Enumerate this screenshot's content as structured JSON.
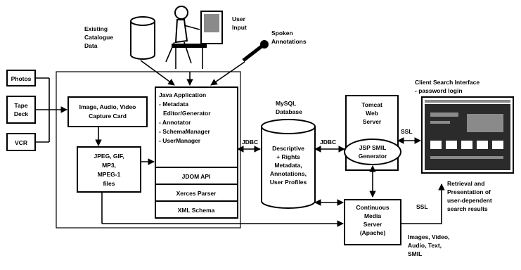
{
  "inputs": {
    "photos": "Photos",
    "tape_deck": [
      "Tape",
      "Deck"
    ],
    "vcr": "VCR"
  },
  "catalogue": [
    "Existing",
    "Catalogue",
    "Data"
  ],
  "user_input": [
    "User",
    "Input"
  ],
  "spoken": [
    "Spoken",
    "Annotations"
  ],
  "capture_card": [
    "Image, Audio, Video",
    "Capture Card"
  ],
  "files_box": [
    "JPEG, GIF,",
    "MP3,",
    "MPEG-1",
    "files"
  ],
  "java_app": [
    "Java Application",
    "- Metadata",
    "Editor/Generator",
    "- Annotator",
    "- SchemaManager",
    "- UserManager"
  ],
  "layers": [
    "JDOM API",
    "Xerces Parser",
    "XML Schema"
  ],
  "jdbc_left": "JDBC",
  "jdbc_right": "JDBC",
  "mysql_title": [
    "MySQL",
    "Database"
  ],
  "mysql_body": [
    "Descriptive",
    "+ Rights",
    "Metadata,",
    "Annotations,",
    "User Profiles"
  ],
  "tomcat": [
    "Tomcat",
    "Web",
    "Server"
  ],
  "jsp": [
    "JSP SMIL",
    "Generator"
  ],
  "client_title": [
    "Client Search Interface",
    "- password login"
  ],
  "ssl_top": "SSL",
  "ssl_bottom": "SSL",
  "retrieval": [
    "Retrieval and",
    "Presentation of",
    "user-dependent",
    "search results"
  ],
  "media_server": [
    "Continuous",
    "Media",
    "Server",
    "(Apache)"
  ],
  "media_types": [
    "Images, Video,",
    "Audio, Text,",
    "SMIL"
  ],
  "colors": {
    "ink": "#000000",
    "screen_dark": "#2b2b2b",
    "screen_mid": "#8a8a8a"
  }
}
